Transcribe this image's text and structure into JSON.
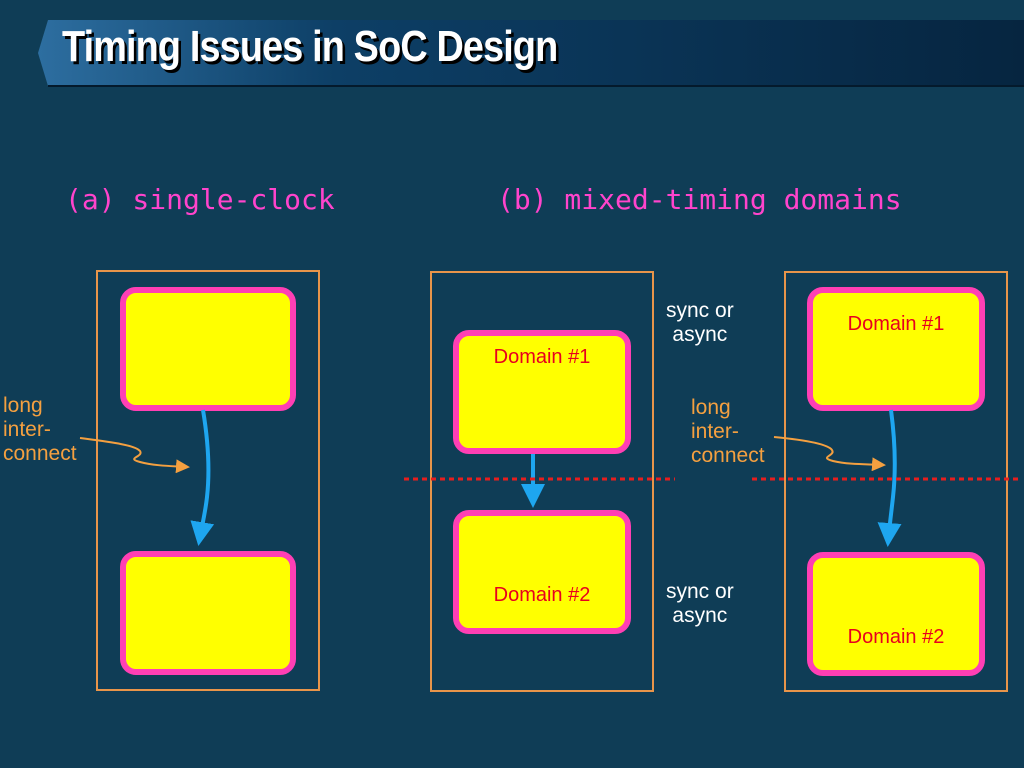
{
  "title": "Timing Issues in SoC Design",
  "colors": {
    "background": "#0f3d56",
    "title_banner": "#0a3350",
    "subtitle": "#ff44cc",
    "frame": "#e8954a",
    "block_fill": "#ffff00",
    "block_border": "#ff3fb4",
    "block_label": "#e8001e",
    "arrow": "#1ea6f0",
    "annotation": "#f4a040",
    "boundary": "#e81e1e"
  },
  "panel_a": {
    "subtitle": "(a) single-clock",
    "interconnect_note": "long\ninter-\nconnect"
  },
  "panel_b": {
    "subtitle": "(b) mixed-timing domains",
    "left": {
      "domain1_label": "Domain #1",
      "domain2_label": "Domain #2"
    },
    "right": {
      "domain1_label": "Domain #1",
      "domain2_label": "Domain #2",
      "interconnect_note": "long\ninter-\nconnect"
    },
    "sync_note_top": "sync or\nasync",
    "sync_note_bottom": "sync or\nasync"
  }
}
